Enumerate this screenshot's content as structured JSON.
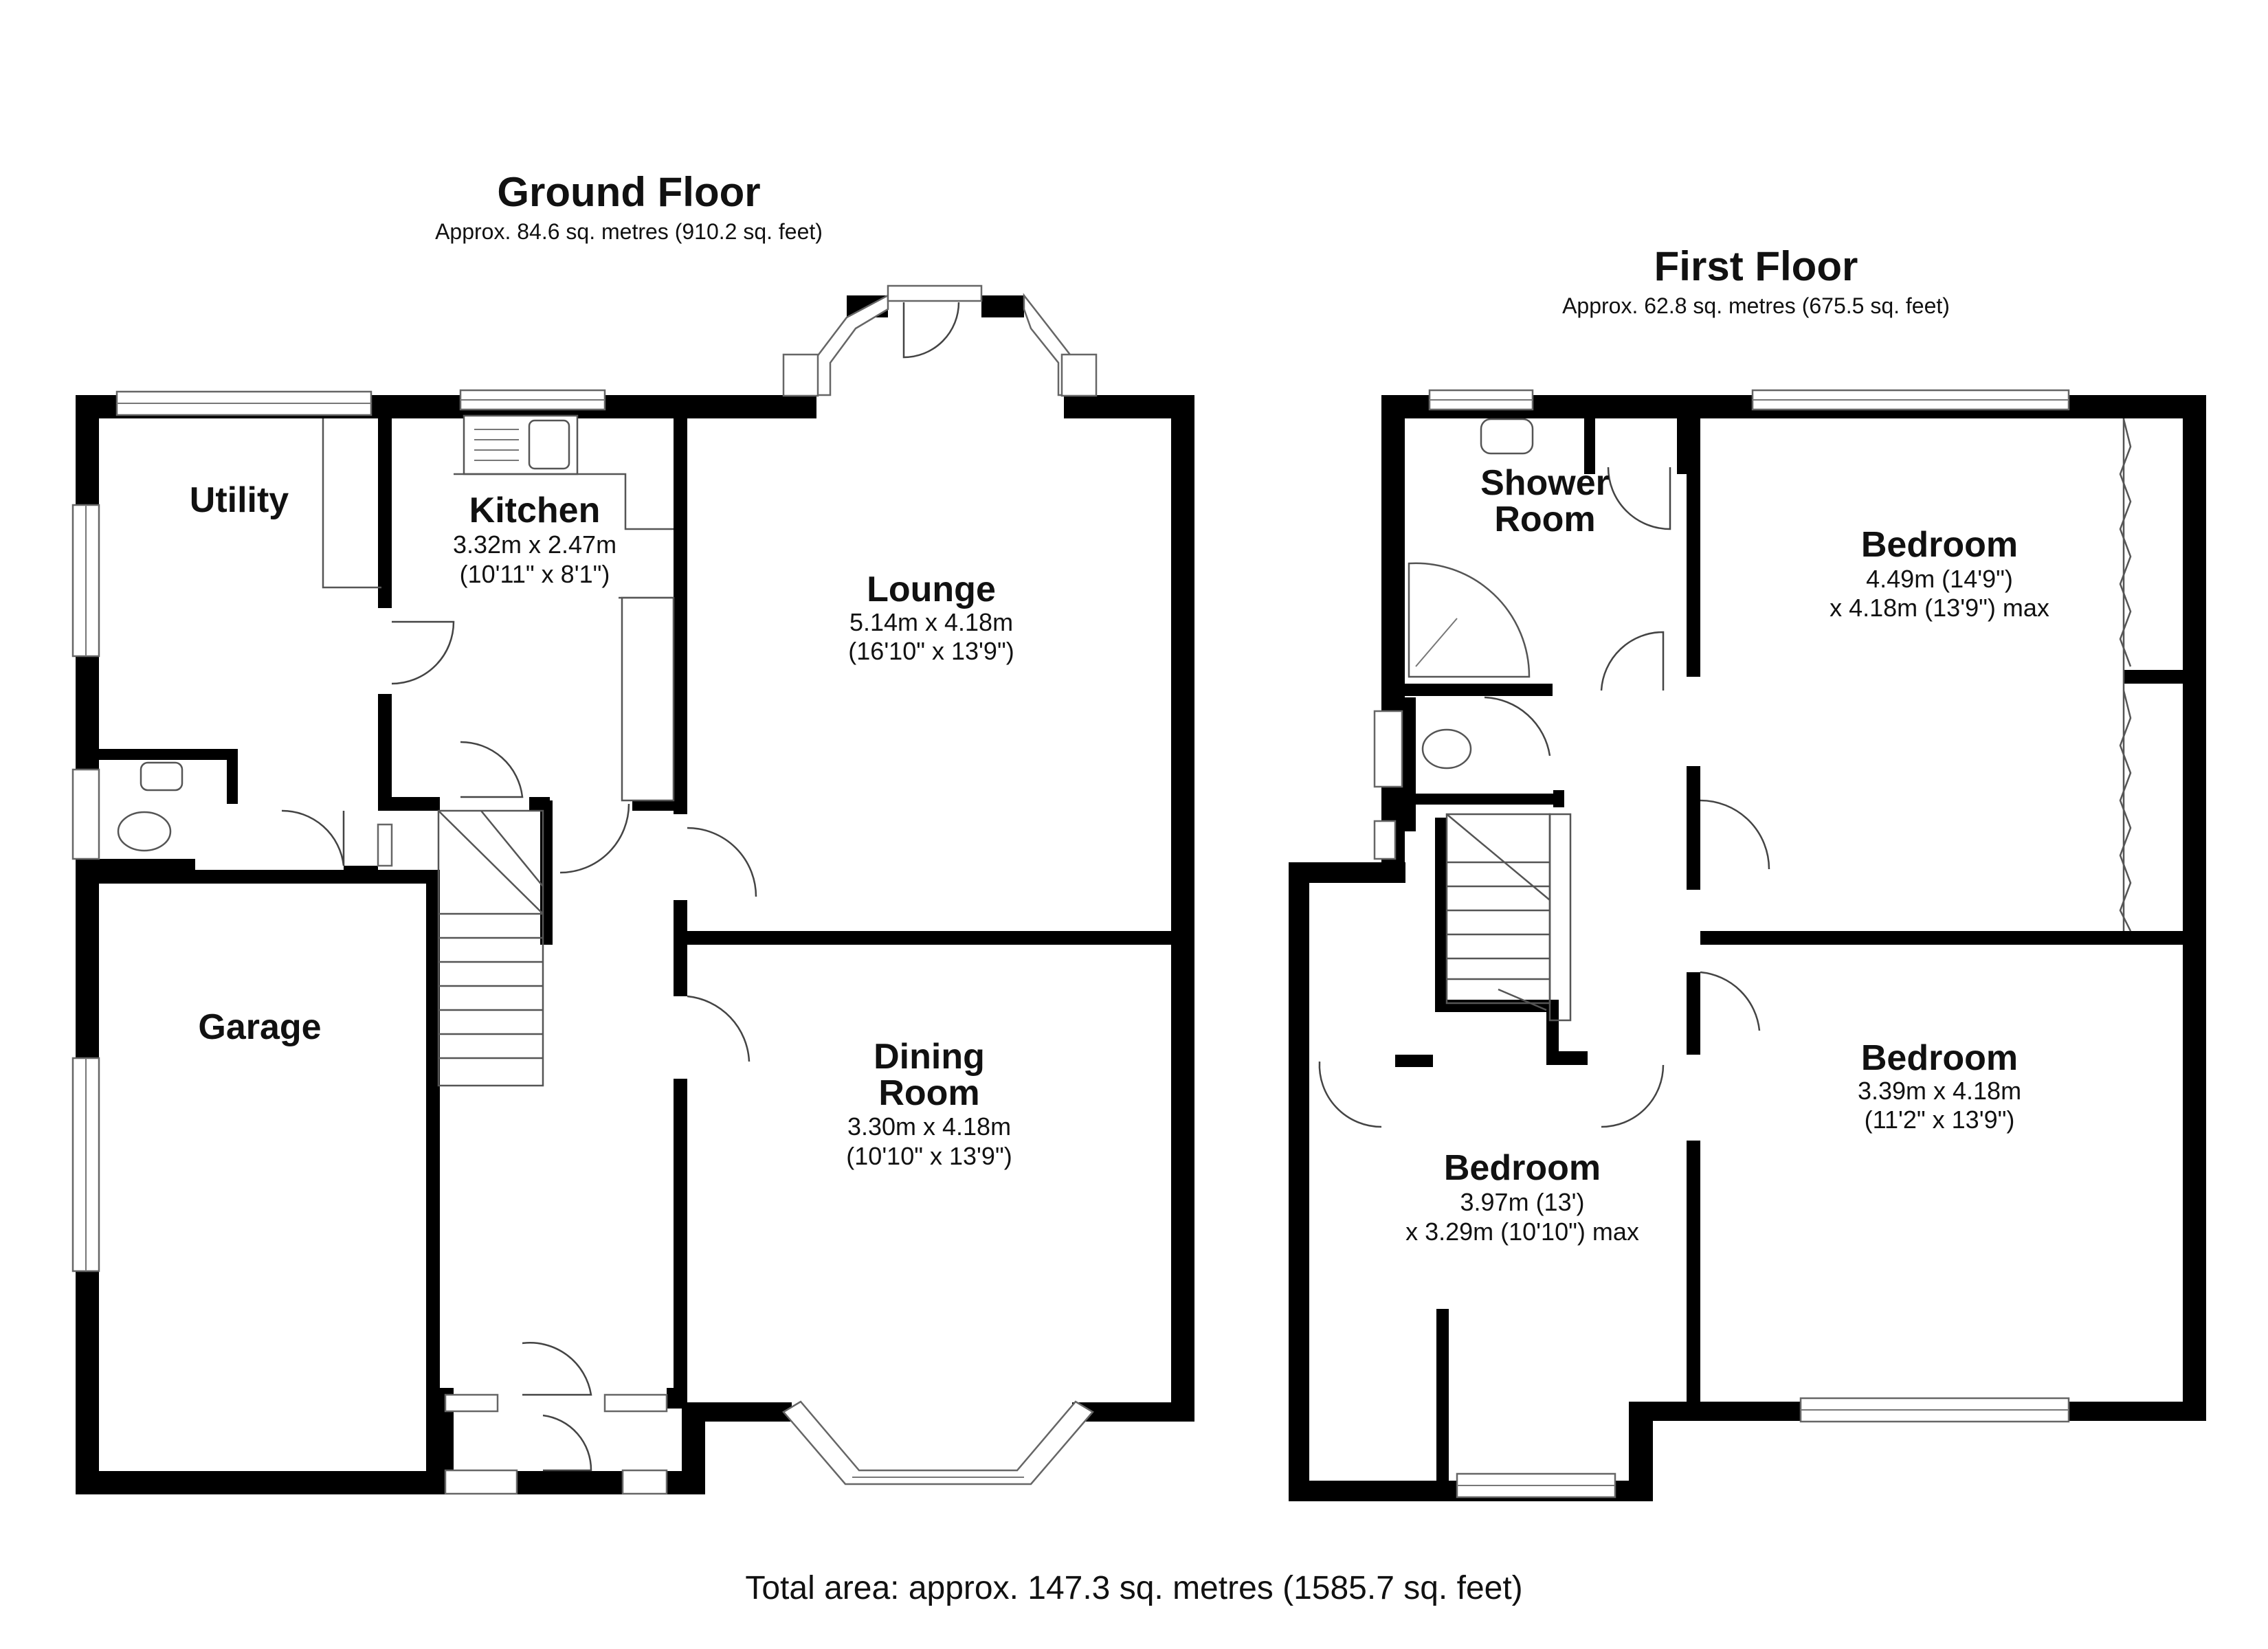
{
  "ground_floor": {
    "title": "Ground Floor",
    "area": "Approx. 84.6 sq. metres (910.2 sq. feet)",
    "rooms": {
      "utility": {
        "name": "Utility"
      },
      "kitchen": {
        "name": "Kitchen",
        "dim1": "3.32m x 2.47m",
        "dim2": "(10'11\" x 8'1\")"
      },
      "lounge": {
        "name": "Lounge",
        "dim1": "5.14m x 4.18m",
        "dim2": "(16'10\" x 13'9\")"
      },
      "garage": {
        "name": "Garage"
      },
      "dining": {
        "name_line1": "Dining",
        "name_line2": "Room",
        "dim1": "3.30m x 4.18m",
        "dim2": "(10'10\" x 13'9\")"
      }
    }
  },
  "first_floor": {
    "title": "First Floor",
    "area": "Approx. 62.8 sq. metres (675.5 sq. feet)",
    "rooms": {
      "shower": {
        "name_line1": "Shower",
        "name_line2": "Room"
      },
      "bedroom_1": {
        "name": "Bedroom",
        "dim1": "4.49m (14'9\")",
        "dim2": "x 4.18m (13'9\") max"
      },
      "bedroom_2": {
        "name": "Bedroom",
        "dim1": "3.39m x 4.18m",
        "dim2": "(11'2\" x 13'9\")"
      },
      "bedroom_3": {
        "name": "Bedroom",
        "dim1": "3.97m (13')",
        "dim2": "x 3.29m (10'10\") max"
      }
    }
  },
  "total_area": "Total area: approx. 147.3 sq. metres (1585.7 sq. feet)"
}
